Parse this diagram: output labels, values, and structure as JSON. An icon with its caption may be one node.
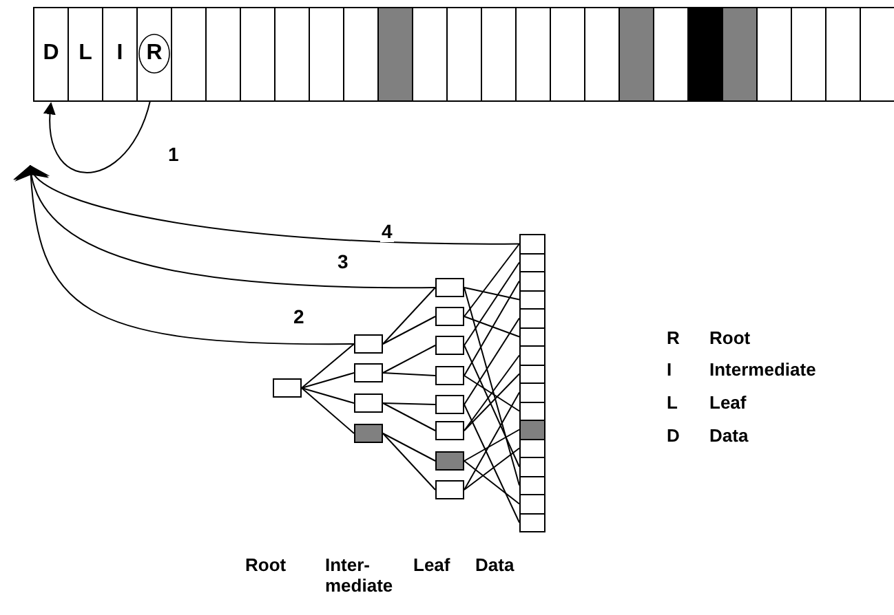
{
  "diagram": {
    "nodes": [
      {
        "text": [
          "D"
        ]
      },
      {
        "text": [
          "L"
        ]
      },
      {
        "text": [
          "I"
        ]
      },
      {
        "text": [
          "R"
        ]
      },
      {
        "text": [],
        "shape": "box"
      },
      {
        "text": [],
        "shape": "box"
      },
      {
        "text": [],
        "shape": "box"
      },
      {
        "text": [],
        "shape": "box"
      },
      {
        "text": [],
        "shape": "box"
      },
      {
        "text": [],
        "shape": "box"
      },
      {
        "text": [],
        "shape": "box"
      },
      {
        "text": [],
        "shape": "box"
      },
      {
        "text": [],
        "shape": "box"
      },
      {
        "text": [],
        "shape": "box"
      },
      {
        "text": [],
        "shape": "box"
      },
      {
        "text": [],
        "shape": "box"
      },
      {
        "text": [],
        "shape": "box"
      },
      {
        "text": [],
        "shape": "box"
      },
      {
        "text": [],
        "shape": "box"
      },
      {
        "text": [],
        "shape": "box"
      },
      {
        "text": [],
        "shape": "box"
      },
      {
        "text": [],
        "shape": "box"
      },
      {
        "text": [],
        "shape": "box"
      },
      {
        "text": [],
        "shape": "box"
      },
      {
        "text": [],
        "shape": "box"
      },
      {
        "text": [],
        "shape": "box"
      },
      {
        "text": [],
        "shape": "box"
      },
      {
        "text": [],
        "shape": "box"
      },
      {
        "text": [],
        "shape": "box"
      },
      {
        "text": [],
        "shape": "box"
      },
      {
        "text": [],
        "shape": "box"
      },
      {
        "text": [],
        "shape": "box"
      },
      {
        "text": [],
        "shape": "box"
      },
      {
        "text": [],
        "shape": "box"
      },
      {
        "text": [],
        "shape": "box"
      },
      {
        "text": [],
        "shape": "box"
      },
      {
        "text": [],
        "shape": "box"
      },
      {
        "text": [],
        "shape": "box"
      },
      {
        "text": [],
        "shape": "box"
      },
      {
        "text": [],
        "shape": "box"
      },
      {
        "text": [],
        "shape": "box"
      },
      {
        "text": [],
        "shape": "box"
      },
      {
        "text": [],
        "shape": "box"
      },
      {
        "text": [],
        "shape": "box"
      },
      {
        "text": [],
        "shape": "box"
      },
      {
        "text": [],
        "shape": "box"
      },
      {
        "text": [],
        "shape": "box"
      },
      {
        "text": [],
        "shape": "box"
      },
      {
        "text": [],
        "shape": "box"
      },
      {
        "text": [],
        "shape": "box"
      },
      {
        "text": [],
        "shape": "box"
      },
      {
        "text": [],
        "shape": "box"
      },
      {
        "text": [],
        "shape": "box"
      },
      {
        "text": [],
        "shape": "box"
      }
    ],
    "edges": [
      {
        "from": 3,
        "to": 0,
        "arrow": "to",
        "label": "1"
      },
      {
        "from": 26,
        "to": null,
        "arrow": "to",
        "label": "2"
      },
      {
        "from": 30,
        "to": null,
        "arrow": "to",
        "label": "3"
      },
      {
        "from": 38,
        "to": null,
        "arrow": "to",
        "label": "4"
      },
      {
        "from": 25,
        "to": 26,
        "arrow": "none"
      },
      {
        "from": 25,
        "to": 27,
        "arrow": "none"
      },
      {
        "from": 25,
        "to": 28,
        "arrow": "none"
      },
      {
        "from": 25,
        "to": 29,
        "arrow": "none"
      },
      {
        "from": 26,
        "to": 30,
        "arrow": "none"
      },
      {
        "from": 26,
        "to": 31,
        "arrow": "none"
      },
      {
        "from": 27,
        "to": 32,
        "arrow": "none"
      },
      {
        "from": 27,
        "to": 33,
        "arrow": "none"
      },
      {
        "from": 28,
        "to": 34,
        "arrow": "none"
      },
      {
        "from": 28,
        "to": 35,
        "arrow": "none"
      },
      {
        "from": 29,
        "to": 36,
        "arrow": "none"
      },
      {
        "from": 29,
        "to": 37,
        "arrow": "none"
      },
      {
        "from": 30,
        "to": 41,
        "arrow": "none"
      },
      {
        "from": 30,
        "to": 51,
        "arrow": "none"
      },
      {
        "from": 31,
        "to": 38,
        "arrow": "none"
      },
      {
        "from": 31,
        "to": 43,
        "arrow": "none"
      },
      {
        "from": 32,
        "to": 39,
        "arrow": "none"
      },
      {
        "from": 32,
        "to": 50,
        "arrow": "none"
      },
      {
        "from": 33,
        "to": 40,
        "arrow": "none"
      },
      {
        "from": 33,
        "to": 47,
        "arrow": "none"
      },
      {
        "from": 34,
        "to": 42,
        "arrow": "none"
      },
      {
        "from": 34,
        "to": 53,
        "arrow": "none"
      },
      {
        "from": 35,
        "to": 44,
        "arrow": "none"
      },
      {
        "from": 35,
        "to": 45,
        "arrow": "none"
      },
      {
        "from": 36,
        "to": 48,
        "arrow": "none"
      },
      {
        "from": 36,
        "to": 52,
        "arrow": "none"
      },
      {
        "from": 37,
        "to": 46,
        "arrow": "none"
      },
      {
        "from": 37,
        "to": 49,
        "arrow": "none"
      }
    ],
    "labels": [
      "Root",
      "Inter- mediate",
      "Leaf",
      "Data",
      "R",
      "Root",
      "I",
      "Intermediate",
      "L",
      "Leaf",
      "D",
      "Data"
    ]
  }
}
